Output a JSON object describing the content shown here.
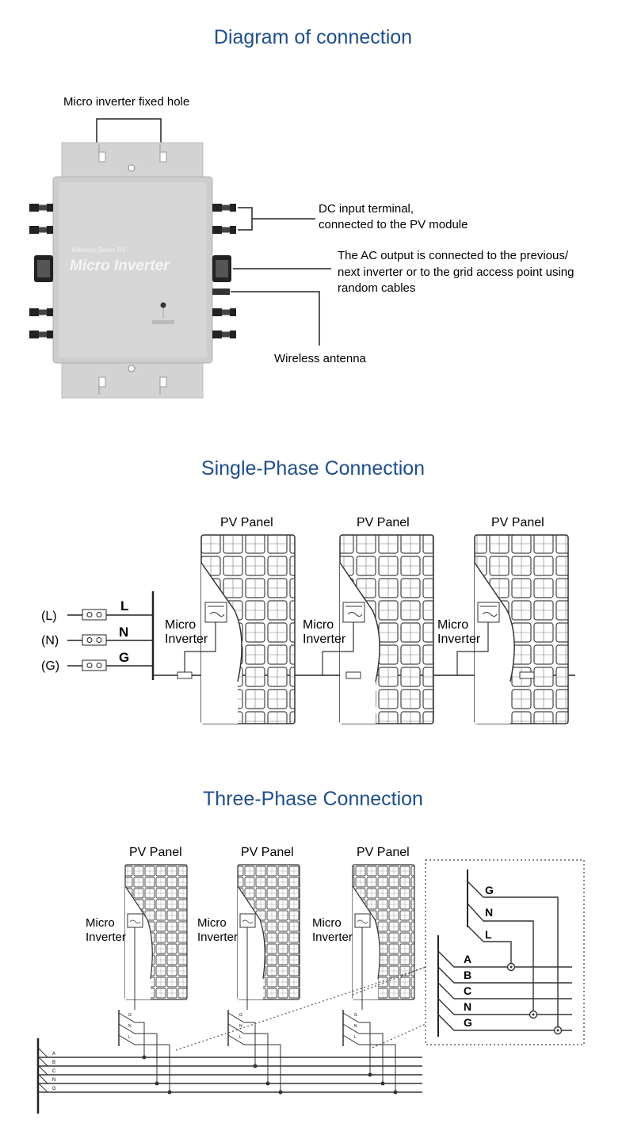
{
  "sections": {
    "diagram": {
      "title": "Diagram of connection",
      "fixed_hole_label": "Micro inverter fixed hole",
      "dc_input_line1": "DC input terminal,",
      "dc_input_line2": "connected to the PV module",
      "ac_output_line1": "The AC output is connected to the previous/",
      "ac_output_line2": "next inverter or to the grid access point using",
      "ac_output_line3": "random cables",
      "antenna_label": "Wireless antenna",
      "device_series": "Wireless Series R3",
      "device_name": "Micro Inverter"
    },
    "single_phase": {
      "title": "Single-Phase Connection",
      "panel_label": "PV Panel",
      "micro_label": "Micro",
      "inverter_label": "Inverter",
      "left_L": "(L)",
      "left_N": "(N)",
      "left_G": "(G)",
      "bus_L": "L",
      "bus_N": "N",
      "bus_G": "G"
    },
    "three_phase": {
      "title": "Three-Phase Connection",
      "panel_label": "PV Panel",
      "micro_label": "Micro",
      "inverter_label": "Inverter",
      "detail_G": "G",
      "detail_N": "N",
      "detail_L": "L",
      "phase_A": "A",
      "phase_B": "B",
      "phase_C": "C",
      "phase_N": "N",
      "phase_G": "G"
    }
  },
  "colors": {
    "title": "#1f4e8c",
    "device_body": "#cfcfcf",
    "line": "#333333"
  }
}
